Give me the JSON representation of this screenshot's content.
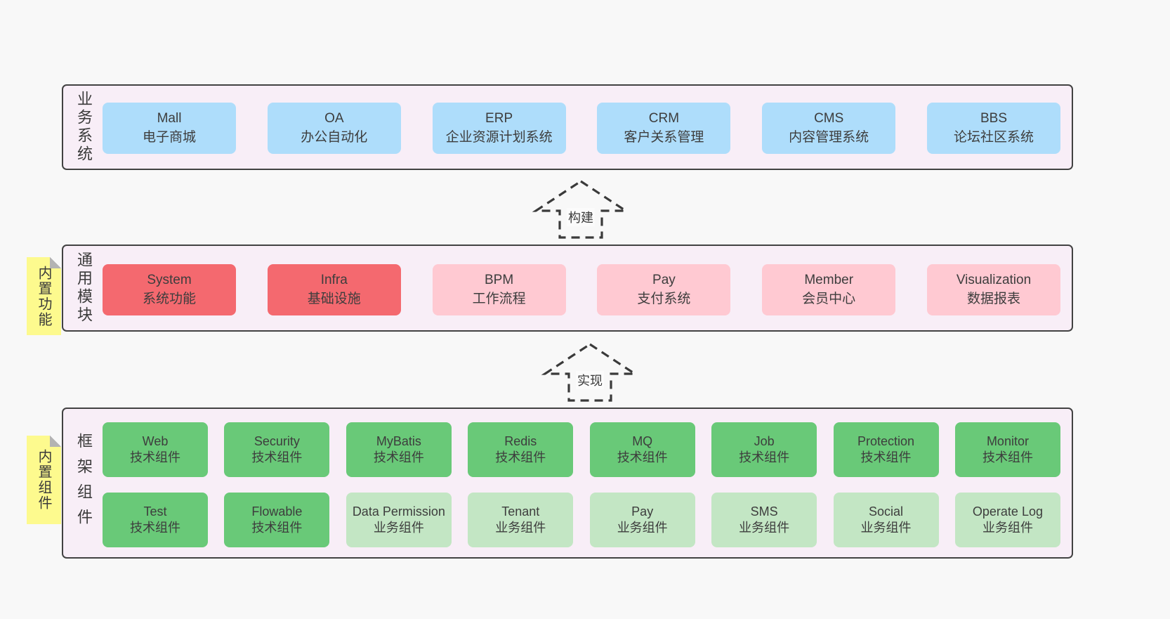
{
  "colors": {
    "page_bg": "#f8f8f8",
    "panel_bg": "#f8eef7",
    "panel_border": "#424242",
    "blue": "#aeddfb",
    "red": "#f4696f",
    "pink": "#ffc9d2",
    "green_dark": "#69c978",
    "green_light": "#c3e6c4",
    "note_yellow": "#fdfa8e",
    "text": "#3d3d3d"
  },
  "arrows": [
    {
      "label": "构建"
    },
    {
      "label": "实现"
    }
  ],
  "layers": [
    {
      "label": "业务系统",
      "boxes": [
        {
          "title": "Mall",
          "subtitle": "电子商城"
        },
        {
          "title": "OA",
          "subtitle": "办公自动化"
        },
        {
          "title": "ERP",
          "subtitle": "企业资源计划系统"
        },
        {
          "title": "CRM",
          "subtitle": "客户关系管理"
        },
        {
          "title": "CMS",
          "subtitle": "内容管理系统"
        },
        {
          "title": "BBS",
          "subtitle": "论坛社区系统"
        }
      ]
    },
    {
      "label": "通用模块",
      "note": "内置功能",
      "boxes": [
        {
          "title": "System",
          "subtitle": "系统功能"
        },
        {
          "title": "Infra",
          "subtitle": "基础设施"
        },
        {
          "title": "BPM",
          "subtitle": "工作流程"
        },
        {
          "title": "Pay",
          "subtitle": "支付系统"
        },
        {
          "title": "Member",
          "subtitle": "会员中心"
        },
        {
          "title": "Visualization",
          "subtitle": "数据报表"
        }
      ]
    },
    {
      "label": "框架组件",
      "note": "内置组件",
      "rows": [
        [
          {
            "title": "Web",
            "subtitle": "技术组件"
          },
          {
            "title": "Security",
            "subtitle": "技术组件"
          },
          {
            "title": "MyBatis",
            "subtitle": "技术组件"
          },
          {
            "title": "Redis",
            "subtitle": "技术组件"
          },
          {
            "title": "MQ",
            "subtitle": "技术组件"
          },
          {
            "title": "Job",
            "subtitle": "技术组件"
          },
          {
            "title": "Protection",
            "subtitle": "技术组件"
          },
          {
            "title": "Monitor",
            "subtitle": "技术组件"
          }
        ],
        [
          {
            "title": "Test",
            "subtitle": "技术组件"
          },
          {
            "title": "Flowable",
            "subtitle": "技术组件"
          },
          {
            "title": "Data Permission",
            "subtitle": "业务组件"
          },
          {
            "title": "Tenant",
            "subtitle": "业务组件"
          },
          {
            "title": "Pay",
            "subtitle": "业务组件"
          },
          {
            "title": "SMS",
            "subtitle": "业务组件"
          },
          {
            "title": "Social",
            "subtitle": "业务组件"
          },
          {
            "title": "Operate Log",
            "subtitle": "业务组件"
          }
        ]
      ]
    }
  ]
}
